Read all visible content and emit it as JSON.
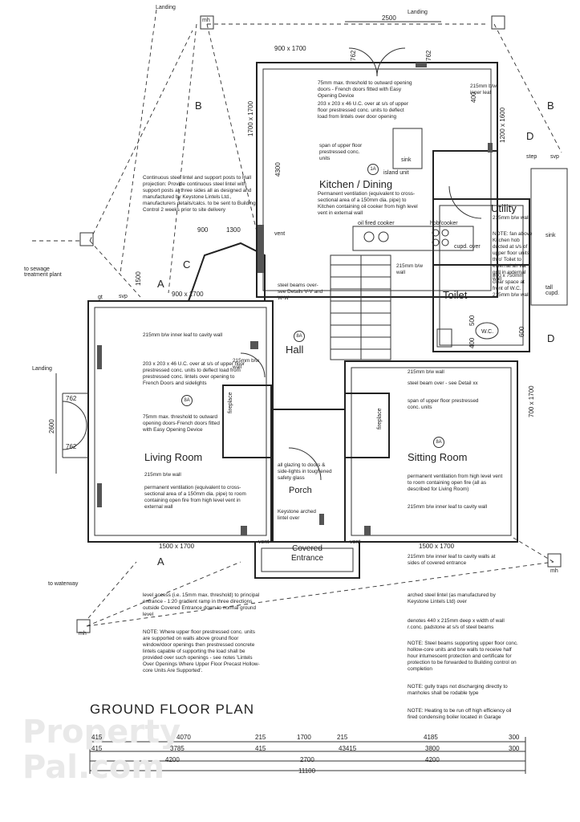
{
  "title": "GROUND FLOOR PLAN",
  "watermark": {
    "line1": "Property",
    "line2": "Pal.com"
  },
  "rooms": {
    "kitchen": "Kitchen / Dining",
    "utility": "Utility",
    "toilet": "Toilet",
    "hall": "Hall",
    "living": "Living Room",
    "sitting": "Sitting Room",
    "porch": "Porch",
    "covered_entrance": "Covered Entrance"
  },
  "fixtures": {
    "sink": "sink",
    "island_unit": "island unit",
    "oil_fired_cooker": "oil fired cooker",
    "hob_cooker": "hob/cooker",
    "cupd_over": "cupd. over",
    "sink_utility": "sink",
    "wc": "W.C.",
    "fireplace": "fireplace"
  },
  "labels": {
    "landing_top": "Landing",
    "landing_left": "Landing",
    "to_sewage": "to sewage treatment plant",
    "to_waterway": "to waterway",
    "section_b": "B",
    "section_a": "A",
    "section_c": "C",
    "section_d": "D",
    "svp": "svp",
    "gt": "gt",
    "step": "step",
    "vent": "vent",
    "mh": "mh",
    "hall_tag": "8A",
    "tag_1a": "1A",
    "tag_8a": "8A"
  },
  "notes": {
    "lintel": "Continuous steel lintel and support posts to Hall projection: Provide continuous steel lintel with support posts at three sides all as designed and manufactured by Keystone Lintels Ltd., manufacturers details/calcs. to be sent to Building Control 2 weeks prior to site delivery",
    "threshold_top": "75mm max. threshold to outward opening doors - French doors fitted with Easy Opening Device",
    "uc_top": "203 x 203 x 46 U.C. over at s/s of upper floor prestressed conc. units to deflect load from lintels over door opening",
    "span_top": "span of upper floor prestressed conc. units",
    "vent_kitchen": "Permanent ventilation (equivalent to cross-sectional area of a 150mm dia. pipe) to Kitchen containing oil cooker from high level vent in external wall",
    "steel_beams": "steel beams over-see Details V-V and W-W",
    "wall_215_top": "215mm b/w inner leaf",
    "living_inner": "215mm b/w inner leaf to cavity wall",
    "uc_living": "203 x 203 x 46 U.C. over at s/s of upper floor prestressed conc. units to deflect load from prestressed conc. lintels over opening to French Doors and sidelights",
    "threshold_living": "75mm max. threshold to outward opening doors-French doors fitted with Easy Opening Device",
    "wall_215_hall": "215mm b/w wall",
    "living_vent": "permanent ventilation (equivalent to cross-sectional area of a 150mm dia. pipe) to room containing open fire from high level vent in external wall",
    "wall_215_bw": "215mm b/w wall",
    "glazing": "all glazing to doors & side-lights in toughened safety glass",
    "keystone": "Keystone arched lintel over",
    "steel_beam_sitting": "steel beam over - see Detail xx",
    "span_sitting": "span of upper floor prestressed conc. units",
    "sitting_vent": "permanent ventilation from high level vent to room containing open fire (all as described for Living Room)",
    "sitting_inner": "215mm b/w inner leaf to cavity wall",
    "covered_side": "215mm b/w inner leaf to cavity walls at sides of covered entrance",
    "arched_lintel": "arched steel lintel (as manufactured by Keystone Lintels Ltd) over",
    "level_access": "level access (i.e. 15mm max. threshold) to principal entrance - 1:20 gradient ramp in three directions outside Covered Entrance down to normal ground level",
    "note_left": "NOTE: Where upper floor prestressed conc. units are supported on walls above ground floor window/door openings then prestressed concrete lintels capable of supporting the load shall be provided over such openings - see notes 'Lintels Over Openings Where Upper Floor Precast Hollow-core Units Are Supported'.",
    "pad_stone": "denotes 440 x 215mm deep x width of wall r.conc. padstone at s/s of steel beams",
    "note_steel": "NOTE: Steel beams supporting upper floor conc. hollow-core units and b/w walls to receive half hour intumescent protection and certificate for protection to be forwarded to Building control on completion",
    "note_gully": "NOTE: gully traps not discharging directly to manholes shall be rodable type",
    "note_heating": "NOTE: Heating to be run off high efficiency oil fired condensing boiler located in Garage",
    "utility_notes": "NOTE: fan above Kitchen hob ducted at s/s of upper floor units thro' Toilet to external air via grill in external wall",
    "utility_wall": "215mm b/w wall",
    "toilet_vent": "800 x 750mm clear space at front of W.C.",
    "toilet_wall": "215mm b/w wall",
    "tall_cupd": "tall cupd.",
    "wall_215_mid": "215mm b/w wall"
  },
  "dimensions": {
    "top_2500": "2500",
    "w_900_1700_top": "900 x 1700",
    "w_1700_1700": "1700 x 1700",
    "w_1200_1600": "1200 x 1600",
    "d_762_a": "762",
    "d_762_b": "762",
    "d_400": "400",
    "d_4300": "4300",
    "d_900_1700_left": "900 x 1700",
    "d_1300": "1300",
    "d_900": "900",
    "d_1500": "1500",
    "d_2600": "2600",
    "d_762_l1": "762",
    "d_762_l2": "762",
    "d_1500_1700_l": "1500 x 1700",
    "d_1500_1700_r": "1500 x 1700",
    "d_700_1700": "700 x 1700",
    "d_500": "500",
    "d_400_toilet": "400",
    "d_600": "600",
    "row1": [
      "415",
      "4070",
      "215",
      "1700",
      "215",
      "4185",
      "300"
    ],
    "row2": [
      "415",
      "3785",
      "415",
      "43415",
      "3800",
      "300"
    ],
    "row3": [
      "4200",
      "2700",
      "4200"
    ],
    "row4": [
      "11100"
    ]
  }
}
